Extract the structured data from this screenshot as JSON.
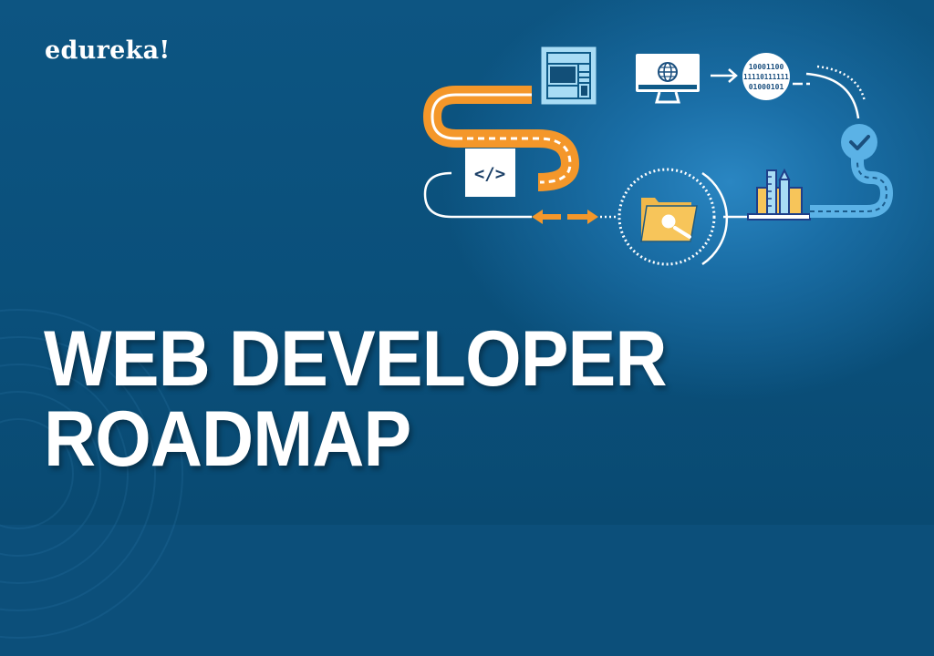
{
  "brand": {
    "logo_text": "edureka!"
  },
  "headline": {
    "line1": "WEB DEVELOPER",
    "line2": "ROADMAP"
  },
  "illustration": {
    "icons": [
      "webpage-layout-icon",
      "code-tag-icon",
      "monitor-globe-icon",
      "binary-data-icon",
      "checkmark-pin-icon",
      "folder-search-icon",
      "building-tools-icon"
    ],
    "code_tag_text": "</>",
    "binary_lines": [
      "10001100",
      "11110111111",
      "01000101"
    ]
  },
  "colors": {
    "background": "#0c4f7a",
    "glow": "#2a86c2",
    "orange_road": "#f4972a",
    "light_blue": "#a8dcf5",
    "blue_road": "#5bb2e6",
    "folder_yellow": "#f7c55a",
    "text": "#ffffff"
  }
}
